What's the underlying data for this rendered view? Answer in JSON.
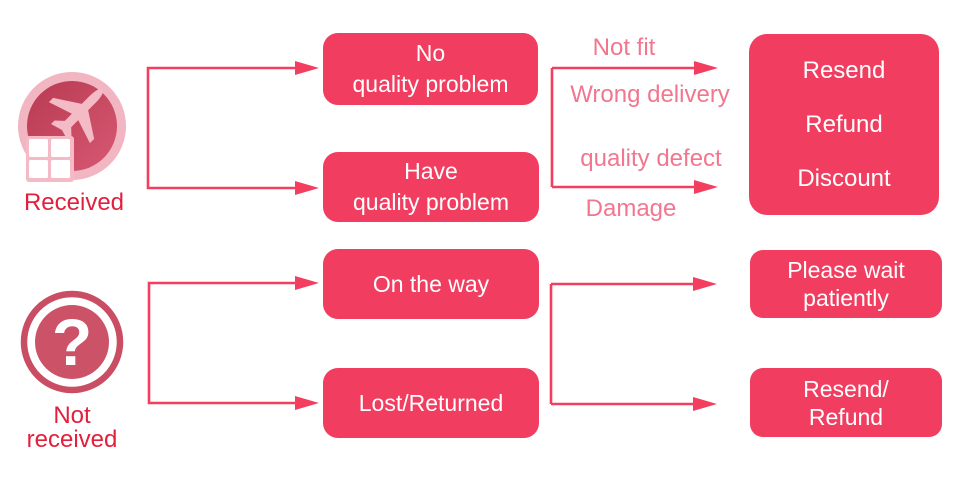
{
  "diagram": {
    "title": "after-sale-service-flowchart",
    "sources": [
      {
        "id": "received",
        "icon": "airplane-package-icon",
        "label": "Received"
      },
      {
        "id": "not_received",
        "icon": "question-mark-icon",
        "label_line1": "Not",
        "label_line2": "received",
        "icon_glyph": "?"
      }
    ],
    "status_boxes": [
      {
        "id": "no_quality_problem",
        "line1": "No",
        "line2": "quality problem"
      },
      {
        "id": "have_quality_problem",
        "line1": "Have",
        "line2": "quality problem"
      },
      {
        "id": "on_the_way",
        "line1": "On the way"
      },
      {
        "id": "lost_returned",
        "line1": "Lost/Returned"
      }
    ],
    "reason_labels": [
      {
        "id": "not_fit",
        "text": "Not fit"
      },
      {
        "id": "wrong_delivery",
        "text": "Wrong delivery"
      },
      {
        "id": "quality_defect",
        "text": "quality defect"
      },
      {
        "id": "damage",
        "text": "Damage"
      }
    ],
    "outcome_boxes": [
      {
        "id": "resolutions",
        "line1": "Resend",
        "line2": "Refund",
        "line3": "Discount"
      },
      {
        "id": "please_wait",
        "line1": "Please wait",
        "line2": "patiently"
      },
      {
        "id": "resend_refund",
        "line1": "Resend/",
        "line2": "Refund"
      }
    ]
  },
  "colors": {
    "box_fill": "#f13e60",
    "box_text": "#ffffff",
    "line": "#f43e5f",
    "reason_text": "#f27690",
    "source_label": "#e2203d",
    "icon_ring": "#f2b5c2",
    "icon_inner_dark": "#b83a52",
    "icon_inner_light": "#d65872",
    "icon_plane": "#f4bac5",
    "q_ring": "#c94d63",
    "q_inner": "#cc5267",
    "background": "#ffffff"
  }
}
